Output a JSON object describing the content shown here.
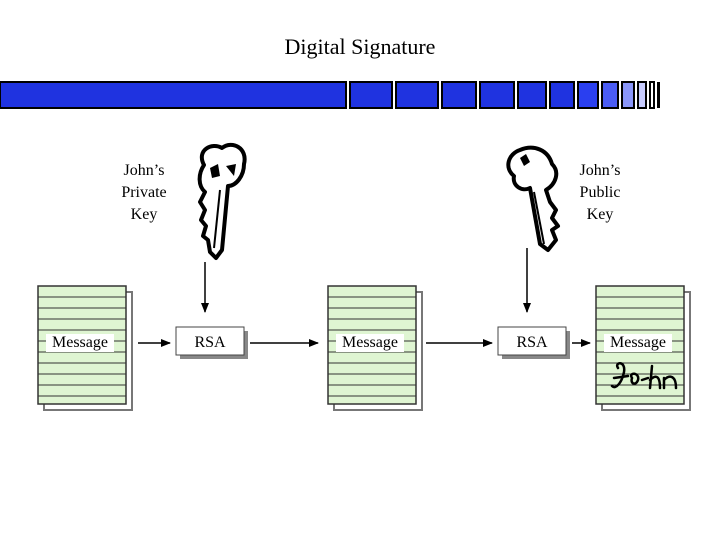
{
  "title": "Digital Signature",
  "left_key": {
    "line1": "John’s",
    "line2": "Private",
    "line3": "Key"
  },
  "right_key": {
    "line1": "John’s",
    "line2": "Public",
    "line3": "Key"
  },
  "documents": [
    {
      "label": "Message"
    },
    {
      "label": "Message"
    },
    {
      "label": "Message",
      "signature": "John"
    }
  ],
  "processors": [
    {
      "label": "RSA"
    },
    {
      "label": "RSA"
    }
  ],
  "colors": {
    "banner_blue": "#1f33e0",
    "banner_dark": "#000000",
    "paper_green": "#dff5d2",
    "paper_border": "#333333"
  },
  "icons": [
    "key-icon",
    "key-icon",
    "signature-icon"
  ]
}
